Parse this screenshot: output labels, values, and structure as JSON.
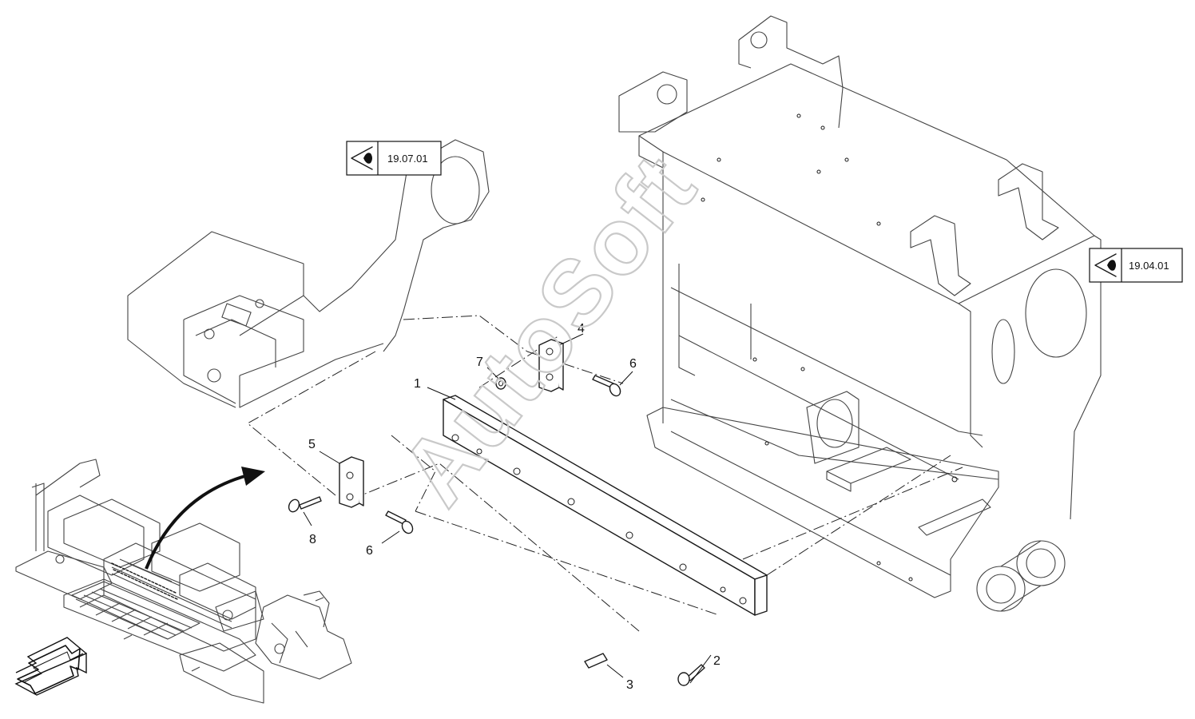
{
  "references": [
    {
      "id": "ref-19-07-01",
      "label": "19.07.01"
    },
    {
      "id": "ref-19-04-01",
      "label": "19.04.01"
    }
  ],
  "callouts": [
    "1",
    "2",
    "3",
    "4",
    "5",
    "6",
    "6",
    "7",
    "8"
  ],
  "watermark": "AutoSoft",
  "icons": {
    "reference": "eye-view-icon",
    "direction": "view-direction-arrow-icon",
    "pointer": "curved-arrow-icon"
  }
}
